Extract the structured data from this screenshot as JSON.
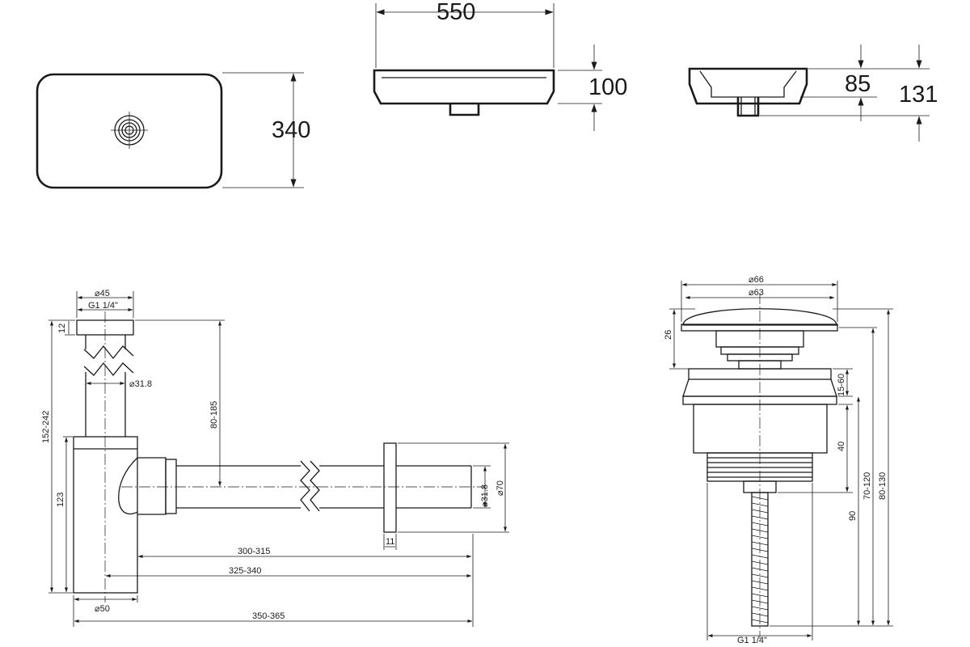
{
  "basin": {
    "width": "550",
    "depth": "340",
    "height_front": "100",
    "height_inner": "85",
    "height_total": "131"
  },
  "siphon": {
    "top_diameter": "45",
    "thread": "G1 1/4\"",
    "top_height": "12",
    "tube_diameter": "31.8",
    "total_height": "152-242",
    "outlet_offset": "80-185",
    "body_height": "123",
    "outlet_tube_diameter": "31.8",
    "flange_diameter": "70",
    "flange_thickness": "11",
    "length_1": "300-315",
    "length_2": "325-340",
    "length_3": "350-365",
    "body_diameter": "50"
  },
  "drain": {
    "cap_diameter": "66",
    "cap_inner_diameter": "63",
    "cap_height": "26",
    "gap_range": "15-60",
    "body_height": "40",
    "length_90": "90",
    "length_70_120": "70-120",
    "length_80_130": "80-130",
    "thread": "G1 1/4\""
  }
}
